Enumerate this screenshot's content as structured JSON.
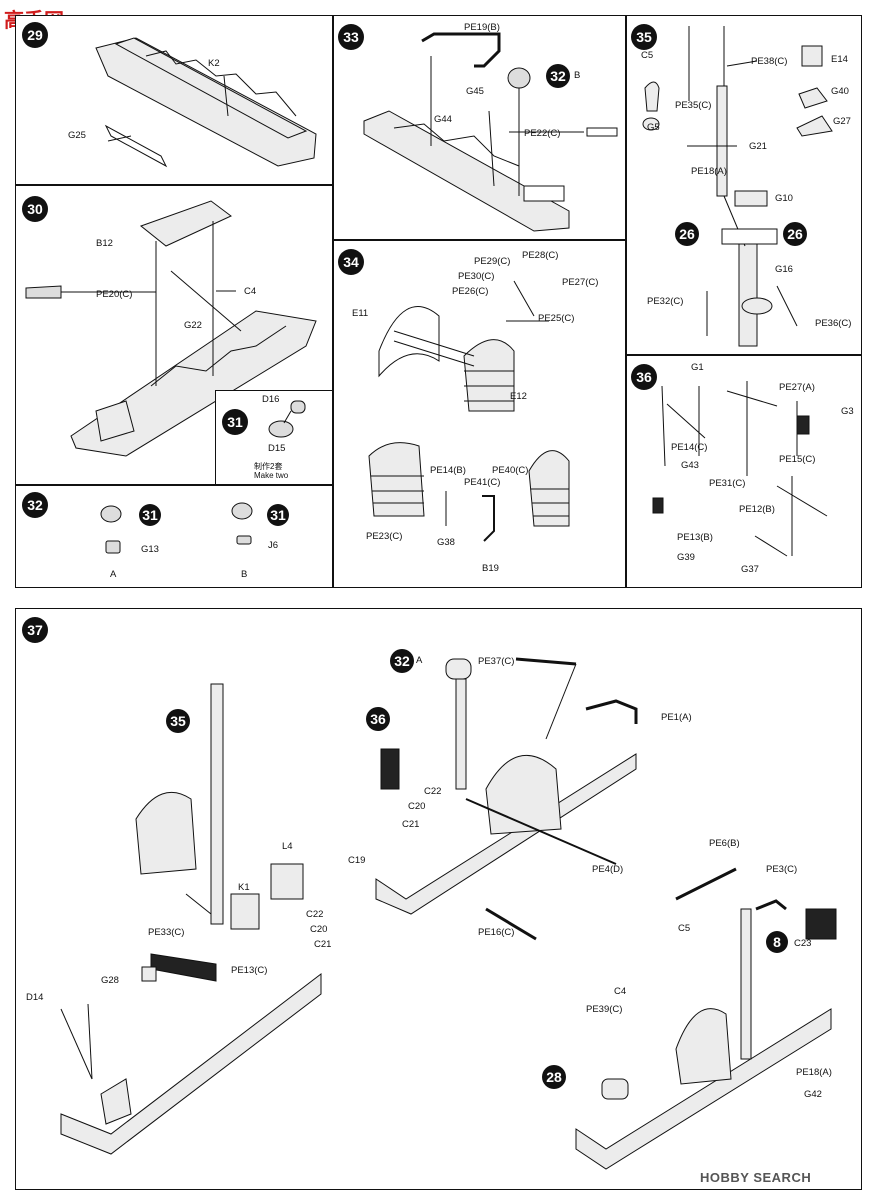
{
  "watermark_top": "高手网",
  "watermark_bottom": "HOBBY SEARCH",
  "panels": {
    "p29": {
      "step": "29",
      "parts": {
        "k2": "K2",
        "g25": "G25"
      }
    },
    "p30": {
      "step": "30",
      "parts": {
        "b12": "B12",
        "pe20": "PE20(C)",
        "g22": "G22",
        "c4": "C4"
      }
    },
    "p31": {
      "step": "31",
      "parts": {
        "d16": "D16",
        "d15": "D15"
      },
      "note_cn": "制作2套",
      "note_en": "Make two"
    },
    "p32": {
      "step": "32",
      "variant_a": "A",
      "variant_b": "B",
      "ref": "31",
      "parts": {
        "g13": "G13",
        "j6": "J6"
      }
    },
    "p33": {
      "step": "33",
      "parts": {
        "pe19": "PE19(B)",
        "g45": "G45",
        "g44": "G44",
        "pe22": "PE22(C)"
      },
      "ref": "32",
      "ref_variant": "B"
    },
    "p34": {
      "step": "34",
      "parts": {
        "pe28": "PE28(C)",
        "pe29": "PE29(C)",
        "pe30": "PE30(C)",
        "pe27": "PE27(C)",
        "pe26": "PE26(C)",
        "pe25": "PE25(C)",
        "e11": "E11",
        "e12": "E12",
        "pe14b": "PE14(B)",
        "pe40": "PE40(C)",
        "pe41": "PE41(C)",
        "pe23": "PE23(C)",
        "g38": "G38",
        "b19": "B19"
      }
    },
    "p35": {
      "step": "35",
      "parts": {
        "c5": "C5",
        "pe35": "PE35(C)",
        "g5": "G5",
        "pe38": "PE38(C)",
        "e14": "E14",
        "g40": "G40",
        "g27": "G27",
        "g21": "G21",
        "pe18": "PE18(A)",
        "g10": "G10",
        "g16": "G16",
        "pe32": "PE32(C)",
        "pe36": "PE36(C)"
      },
      "ref": "26"
    },
    "p36": {
      "step": "36",
      "parts": {
        "g1": "G1",
        "pe27a": "PE27(A)",
        "g3": "G3",
        "pe14c": "PE14(C)",
        "g43": "G43",
        "pe31": "PE31(C)",
        "pe15": "PE15(C)",
        "pe12": "PE12(B)",
        "pe13": "PE13(B)",
        "g39": "G39",
        "g37": "G37"
      }
    },
    "p37": {
      "step": "37",
      "refs": {
        "r35": "35",
        "r36": "36",
        "r32": "32",
        "r32_variant": "A",
        "r8": "8",
        "r28": "28"
      },
      "parts": {
        "pe37": "PE37(C)",
        "pe1": "PE1(A)",
        "c22a": "C22",
        "c20a": "C20",
        "c21a": "C21",
        "c19": "C19",
        "pe4": "PE4(D)",
        "pe16": "PE16(C)",
        "l4": "L4",
        "k1": "K1",
        "c22b": "C22",
        "c20b": "C20",
        "c21b": "C21",
        "pe33": "PE33(C)",
        "g28": "G28",
        "pe13c": "PE13(C)",
        "d14": "D14",
        "pe6": "PE6(B)",
        "pe3": "PE3(C)",
        "c5": "C5",
        "c23": "C23",
        "c4": "C4",
        "pe39": "PE39(C)",
        "pe18a": "PE18(A)",
        "g42": "G42"
      }
    }
  },
  "colors": {
    "ink": "#111111",
    "paper": "#ffffff",
    "hull_fill": "#e8e8e8",
    "watermark_red": "#d01c1c",
    "watermark_green": "#2a8a3a"
  }
}
